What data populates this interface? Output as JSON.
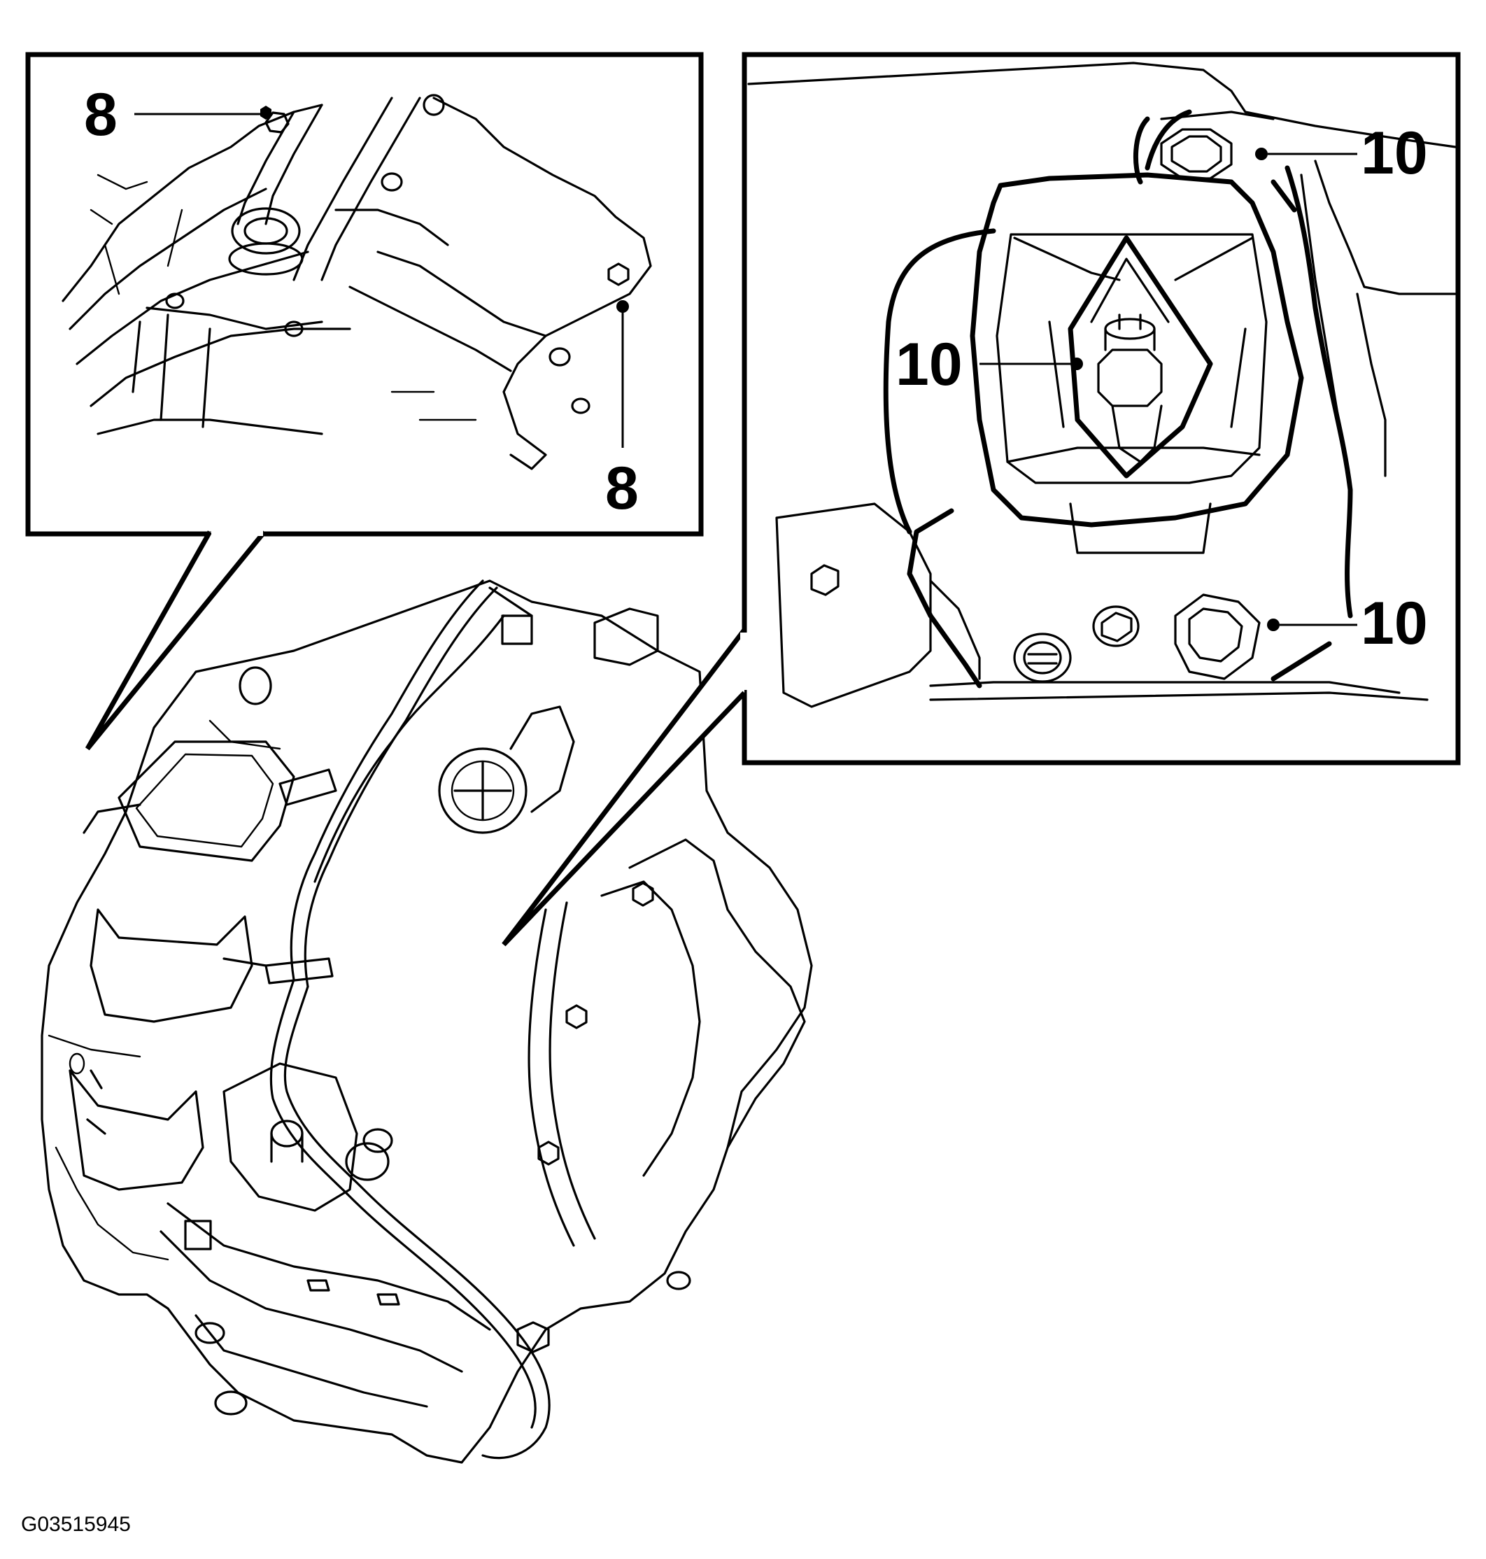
{
  "figure_id": "G03515945",
  "callouts": {
    "inset_left_top": "8",
    "inset_left_bottom": "8",
    "inset_right_top": "10",
    "inset_right_middle": "10",
    "inset_right_bottom": "10"
  }
}
